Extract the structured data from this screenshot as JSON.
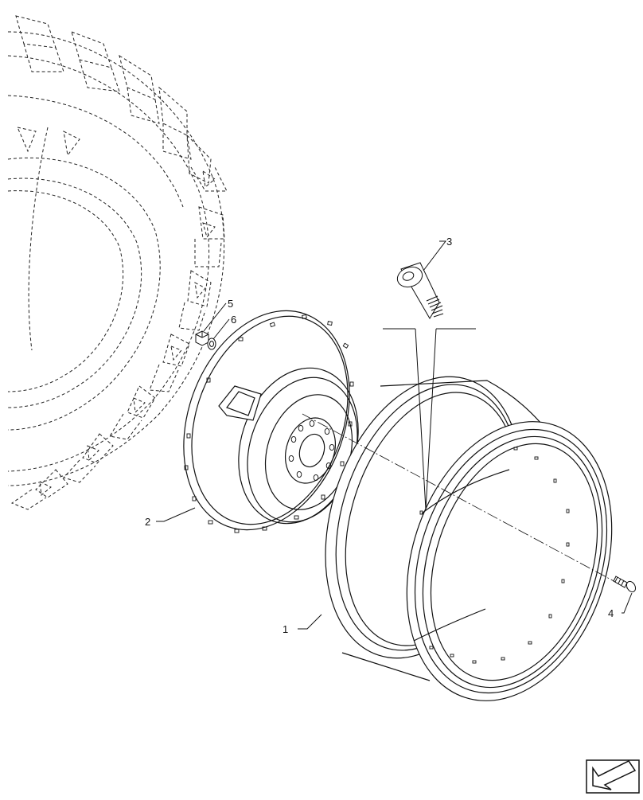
{
  "diagram": {
    "callouts": [
      {
        "id": "1",
        "label": "1"
      },
      {
        "id": "2",
        "label": "2"
      },
      {
        "id": "3",
        "label": "3"
      },
      {
        "id": "4",
        "label": "4"
      },
      {
        "id": "5",
        "label": "5"
      },
      {
        "id": "6",
        "label": "6"
      }
    ]
  },
  "nav": {
    "icon": "next-page-arrow-icon"
  },
  "colors": {
    "line": "#111111",
    "phantom": "#222222",
    "background": "#ffffff"
  }
}
